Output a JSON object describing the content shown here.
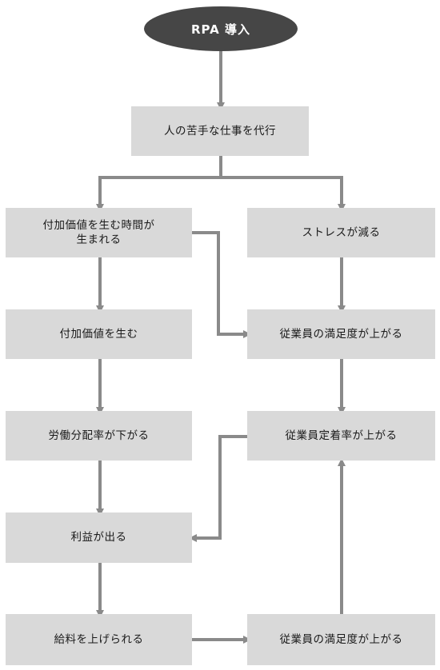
{
  "nodes": {
    "start": "RPA 導入",
    "proxy": "人の苦手な仕事を代行",
    "time_created": "付加価値を生む時間が\n生まれる",
    "stress": "ストレスが減る",
    "create_value": "付加価値を生む",
    "satisfaction_1": "従業員の満足度が上がる",
    "labor_share": "労働分配率が下がる",
    "retention": "従業員定着率が上がる",
    "profit": "利益が出る",
    "raise_salary": "給料を上げられる",
    "satisfaction_2": "従業員の満足度が上がる"
  },
  "colors": {
    "start_fill": "#464646",
    "box_fill": "#d9d9d9",
    "arrow": "#8a8a8a"
  }
}
